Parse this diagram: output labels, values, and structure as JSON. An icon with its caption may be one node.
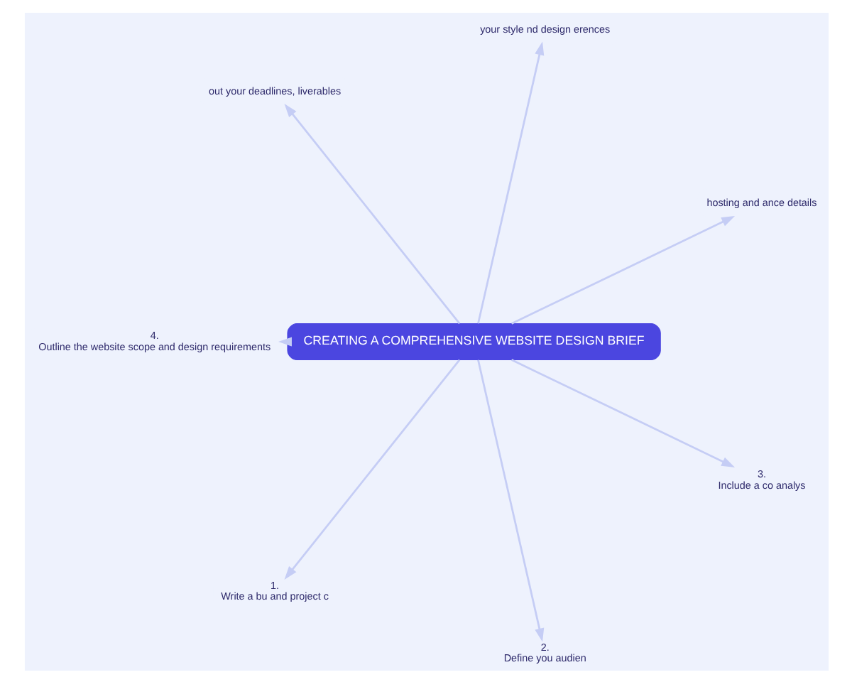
{
  "diagram": {
    "nodes": [
      {
        "text": [
          "CREATING A COMPREHENSIVE WEBSITE DESIGN BRIEF"
        ]
      },
      {
        "text": [
          "hosting and ance details"
        ]
      },
      {
        "text": [
          "your style nd design erences"
        ]
      },
      {
        "text": [
          "out your deadlines, liverables"
        ]
      },
      {
        "text": [
          "4.",
          "Outline the website scope and design requirements"
        ]
      },
      {
        "text": [
          "1.",
          "Write a bu and project c"
        ]
      },
      {
        "text": [
          "2.",
          "Define you audien"
        ]
      },
      {
        "text": [
          "3.",
          "Include a co analys"
        ]
      }
    ],
    "edges": [
      {
        "from": 0,
        "to": 1,
        "arrow": "to"
      },
      {
        "from": 0,
        "to": 2,
        "arrow": "to"
      },
      {
        "from": 0,
        "to": 3,
        "arrow": "to"
      },
      {
        "from": 0,
        "to": 4,
        "arrow": "to"
      },
      {
        "from": 0,
        "to": 5,
        "arrow": "to"
      },
      {
        "from": 0,
        "to": 6,
        "arrow": "to"
      },
      {
        "from": 0,
        "to": 7,
        "arrow": "to"
      }
    ]
  }
}
